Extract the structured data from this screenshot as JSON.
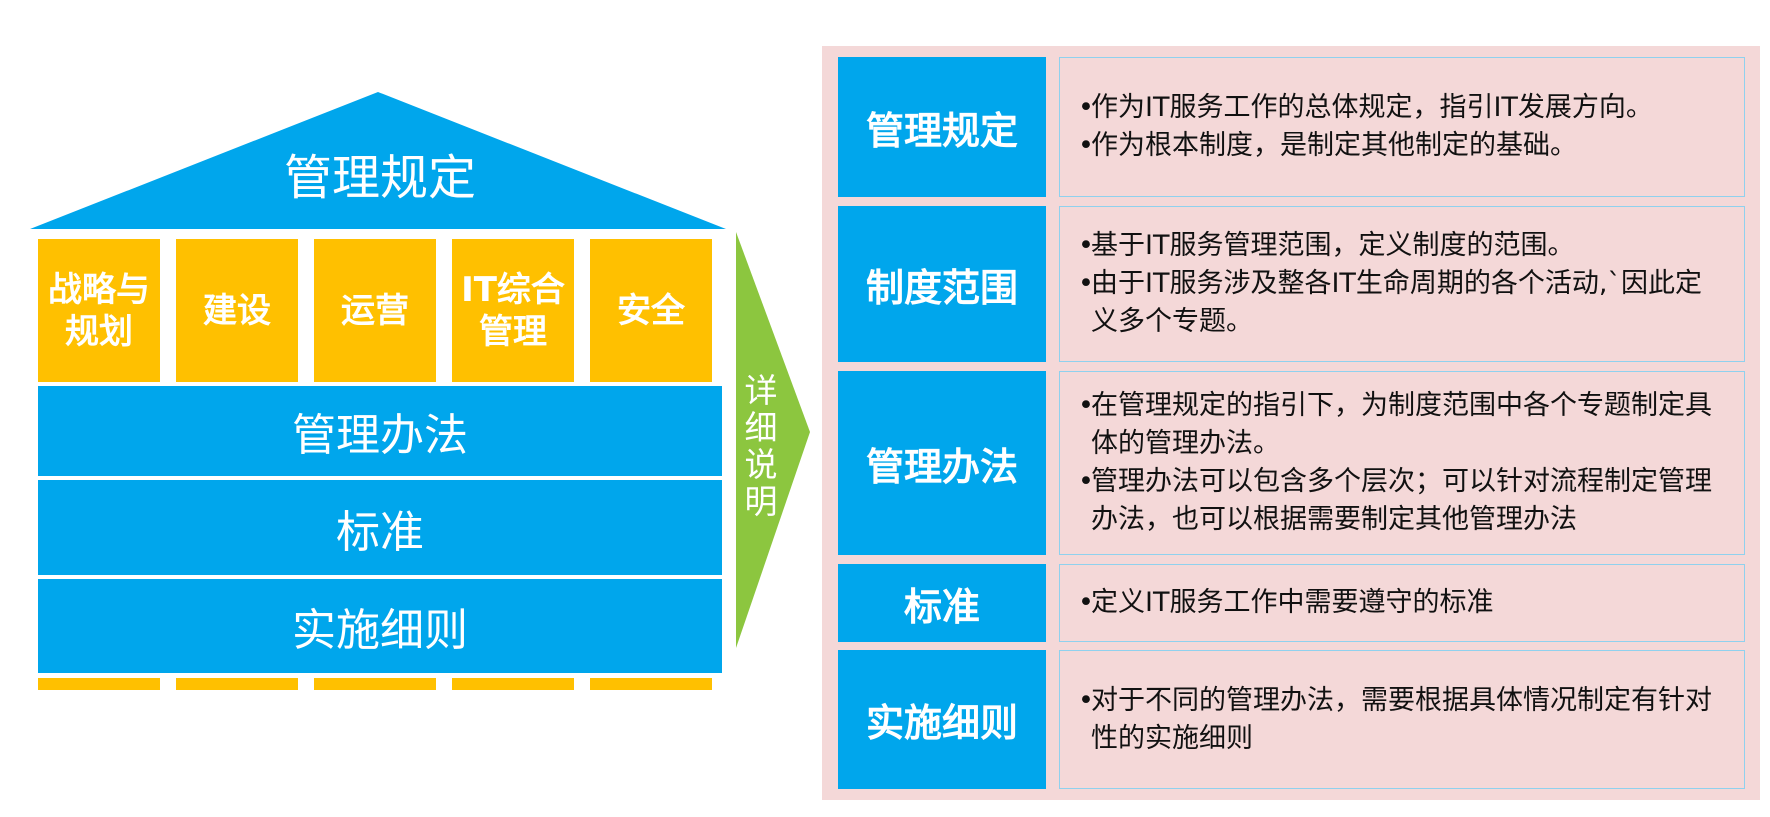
{
  "house": {
    "roof": "管理规定",
    "pillars": [
      {
        "line1": "战略与",
        "line2": "规划"
      },
      {
        "line1": "建设",
        "line2": ""
      },
      {
        "line1": "运营",
        "line2": ""
      },
      {
        "line1": "IT综合",
        "line2": "管理"
      },
      {
        "line1": "安全",
        "line2": ""
      }
    ],
    "bands": [
      "管理办法",
      "标准",
      "实施细则"
    ]
  },
  "arrow": {
    "chars": [
      "详",
      "细",
      "说",
      "明"
    ]
  },
  "table": {
    "bullet_glyph": "•",
    "rows": [
      {
        "heading": "管理规定",
        "bullets": [
          "作为IT服务工作的总体规定，指引IT发展方向。",
          "作为根本制度，是制定其他制定的基础。"
        ]
      },
      {
        "heading": "制度范围",
        "bullets": [
          "基于IT服务管理范围，定义制度的范围。",
          "由于IT服务涉及整各IT生命周期的各个活动,`因此定义多个专题。"
        ]
      },
      {
        "heading": "管理办法",
        "bullets": [
          "在管理规定的指引下，为制度范围中各个专题制定具体的管理办法。",
          "管理办法可以包含多个层次；可以针对流程制定管理办法，也可以根据需要制定其他管理办法"
        ]
      },
      {
        "heading": "标准",
        "bullets": [
          "定义IT服务工作中需要遵守的标准"
        ]
      },
      {
        "heading": "实施细则",
        "bullets": [
          "对于不同的管理办法，需要根据具体情况制定有针对性的实施细则"
        ]
      }
    ]
  },
  "colors": {
    "blue": "#00a6ec",
    "gold": "#ffc000",
    "green": "#8cc63f",
    "pink": "#f4d8d8"
  }
}
